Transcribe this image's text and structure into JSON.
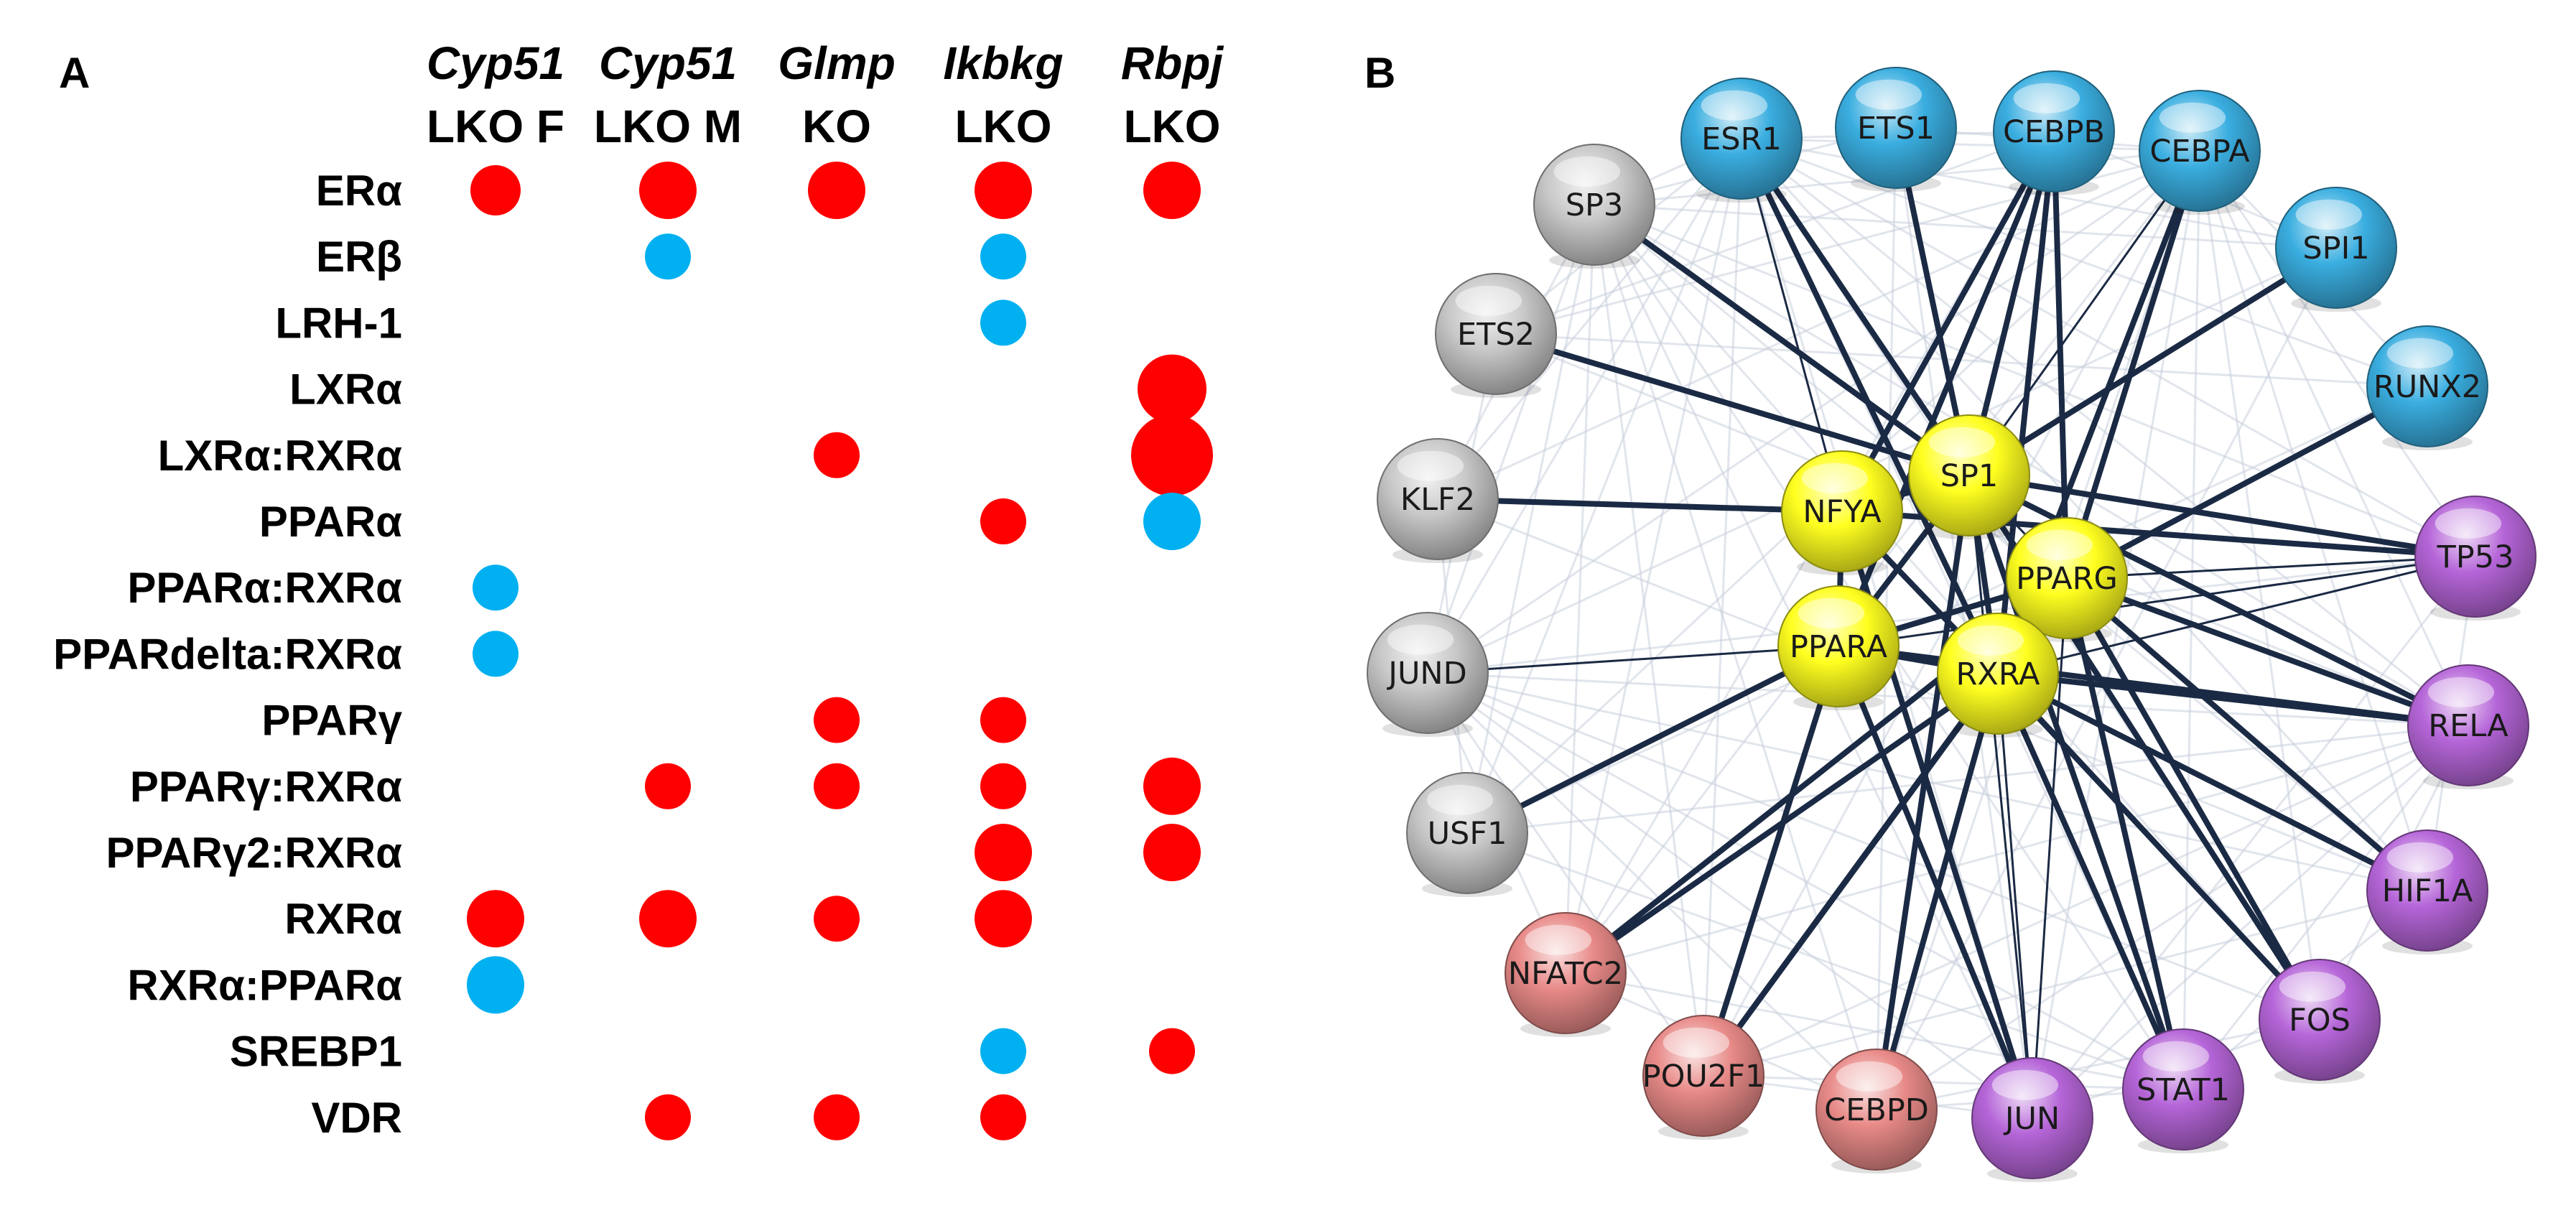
{
  "panel_a": {
    "letter": "A",
    "columns": [
      {
        "gene": "Cyp51",
        "genotype": "LKO F"
      },
      {
        "gene": "Cyp51",
        "genotype": "LKO M"
      },
      {
        "gene": "Glmp",
        "genotype": "KO"
      },
      {
        "gene": "Ikbkg",
        "genotype": "LKO"
      },
      {
        "gene": "Rbpj",
        "genotype": "LKO"
      }
    ],
    "rows": [
      "ERα",
      "ERβ",
      "LRH-1",
      "LXRα",
      "LXRα:RXRα",
      "PPARα",
      "PPARα:RXRα",
      "PPARdelta:RXRα",
      "PPARγ",
      "PPARγ:RXRα",
      "PPARγ2:RXRα",
      "RXRα",
      "RXRα:PPARα",
      "SREBP1",
      "VDR"
    ],
    "dots": [
      {
        "row": 0,
        "col": 0,
        "size": 2,
        "dir": "up"
      },
      {
        "row": 0,
        "col": 1,
        "size": 3,
        "dir": "up"
      },
      {
        "row": 0,
        "col": 2,
        "size": 3,
        "dir": "up"
      },
      {
        "row": 0,
        "col": 3,
        "size": 3,
        "dir": "up"
      },
      {
        "row": 0,
        "col": 4,
        "size": 3,
        "dir": "up"
      },
      {
        "row": 1,
        "col": 1,
        "size": 1,
        "dir": "down"
      },
      {
        "row": 1,
        "col": 3,
        "size": 1,
        "dir": "down"
      },
      {
        "row": 2,
        "col": 3,
        "size": 1,
        "dir": "down"
      },
      {
        "row": 3,
        "col": 4,
        "size": 4,
        "dir": "up"
      },
      {
        "row": 4,
        "col": 2,
        "size": 1,
        "dir": "up"
      },
      {
        "row": 4,
        "col": 4,
        "size": 5,
        "dir": "up"
      },
      {
        "row": 5,
        "col": 3,
        "size": 1,
        "dir": "up"
      },
      {
        "row": 5,
        "col": 4,
        "size": 3,
        "dir": "down"
      },
      {
        "row": 6,
        "col": 0,
        "size": 1,
        "dir": "down"
      },
      {
        "row": 7,
        "col": 0,
        "size": 1,
        "dir": "down"
      },
      {
        "row": 8,
        "col": 2,
        "size": 1,
        "dir": "up"
      },
      {
        "row": 8,
        "col": 3,
        "size": 1,
        "dir": "up"
      },
      {
        "row": 9,
        "col": 1,
        "size": 1,
        "dir": "up"
      },
      {
        "row": 9,
        "col": 2,
        "size": 1,
        "dir": "up"
      },
      {
        "row": 9,
        "col": 3,
        "size": 1,
        "dir": "up"
      },
      {
        "row": 9,
        "col": 4,
        "size": 3,
        "dir": "up"
      },
      {
        "row": 10,
        "col": 3,
        "size": 3,
        "dir": "up"
      },
      {
        "row": 10,
        "col": 4,
        "size": 3,
        "dir": "up"
      },
      {
        "row": 11,
        "col": 0,
        "size": 3,
        "dir": "up"
      },
      {
        "row": 11,
        "col": 1,
        "size": 3,
        "dir": "up"
      },
      {
        "row": 11,
        "col": 2,
        "size": 1,
        "dir": "up"
      },
      {
        "row": 11,
        "col": 3,
        "size": 3,
        "dir": "up"
      },
      {
        "row": 12,
        "col": 0,
        "size": 3,
        "dir": "down"
      },
      {
        "row": 13,
        "col": 3,
        "size": 1,
        "dir": "down"
      },
      {
        "row": 13,
        "col": 4,
        "size": 1,
        "dir": "up"
      },
      {
        "row": 14,
        "col": 1,
        "size": 1,
        "dir": "up"
      },
      {
        "row": 14,
        "col": 2,
        "size": 1,
        "dir": "up"
      },
      {
        "row": 14,
        "col": 3,
        "size": 1,
        "dir": "up"
      }
    ],
    "colors": {
      "up": "#ff0000",
      "down": "#00b0f0"
    }
  },
  "panel_b": {
    "letter": "B",
    "group_colors": {
      "blue": "#3aaee0",
      "gray": "#c8c8c8",
      "yellow": "#ffff20",
      "red": "#e88a88",
      "purple": "#b565d8"
    },
    "nodes": [
      {
        "id": "ESR1",
        "label": "ESR1",
        "group": "blue"
      },
      {
        "id": "ETS1",
        "label": "ETS1",
        "group": "blue"
      },
      {
        "id": "CEBPB",
        "label": "CEBPB",
        "group": "blue"
      },
      {
        "id": "CEBPA",
        "label": "CEBPA",
        "group": "blue"
      },
      {
        "id": "SPI1",
        "label": "SPI1",
        "group": "blue"
      },
      {
        "id": "RUNX2",
        "label": "RUNX2",
        "group": "blue"
      },
      {
        "id": "SP3",
        "label": "SP3",
        "group": "gray"
      },
      {
        "id": "ETS2",
        "label": "ETS2",
        "group": "gray"
      },
      {
        "id": "KLF2",
        "label": "KLF2",
        "group": "gray"
      },
      {
        "id": "JUND",
        "label": "JUND",
        "group": "gray"
      },
      {
        "id": "USF1",
        "label": "USF1",
        "group": "gray"
      },
      {
        "id": "SP1",
        "label": "SP1",
        "group": "yellow"
      },
      {
        "id": "NFYA",
        "label": "NFYA",
        "group": "yellow"
      },
      {
        "id": "PPARG",
        "label": "PPARG",
        "group": "yellow"
      },
      {
        "id": "PPARA",
        "label": "PPARA",
        "group": "yellow"
      },
      {
        "id": "RXRA",
        "label": "RXRA",
        "group": "yellow"
      },
      {
        "id": "TP53",
        "label": "TP53",
        "group": "purple"
      },
      {
        "id": "RELA",
        "label": "RELA",
        "group": "purple"
      },
      {
        "id": "HIF1A",
        "label": "HIF1A",
        "group": "purple"
      },
      {
        "id": "FOS",
        "label": "FOS",
        "group": "purple"
      },
      {
        "id": "STAT1",
        "label": "STAT1",
        "group": "purple"
      },
      {
        "id": "JUN",
        "label": "JUN",
        "group": "purple"
      },
      {
        "id": "NFATC2",
        "label": "NFATC2",
        "group": "red"
      },
      {
        "id": "POU2F1",
        "label": "POU2F1",
        "group": "red"
      },
      {
        "id": "CEBPD",
        "label": "CEBPD",
        "group": "red"
      }
    ],
    "edges": [
      [
        "SP1",
        "ESR1"
      ],
      [
        "SP1",
        "ETS1"
      ],
      [
        "SP1",
        "CEBPB"
      ],
      [
        "SP1",
        "CEBPA"
      ],
      [
        "SP1",
        "SPI1"
      ],
      [
        "SP1",
        "SP3"
      ],
      [
        "SP1",
        "ETS2"
      ],
      [
        "SP1",
        "NFYA"
      ],
      [
        "SP1",
        "PPARG"
      ],
      [
        "SP1",
        "RXRA"
      ],
      [
        "SP1",
        "PPARA"
      ],
      [
        "SP1",
        "TP53"
      ],
      [
        "SP1",
        "RELA"
      ],
      [
        "SP1",
        "JUN"
      ],
      [
        "SP1",
        "FOS"
      ],
      [
        "SP1",
        "CEBPD"
      ],
      [
        "SP1",
        "STAT1"
      ],
      [
        "NFYA",
        "KLF2"
      ],
      [
        "NFYA",
        "ESR1"
      ],
      [
        "NFYA",
        "CEBPB"
      ],
      [
        "NFYA",
        "RXRA"
      ],
      [
        "NFYA",
        "PPARA"
      ],
      [
        "NFYA",
        "JUN"
      ],
      [
        "NFYA",
        "FOS"
      ],
      [
        "NFYA",
        "TP53"
      ],
      [
        "PPARG",
        "CEBPA"
      ],
      [
        "PPARG",
        "CEBPB"
      ],
      [
        "PPARG",
        "RUNX2"
      ],
      [
        "PPARG",
        "TP53"
      ],
      [
        "PPARG",
        "RELA"
      ],
      [
        "PPARG",
        "HIF1A"
      ],
      [
        "PPARG",
        "FOS"
      ],
      [
        "PPARG",
        "STAT1"
      ],
      [
        "PPARG",
        "JUN"
      ],
      [
        "PPARG",
        "PPARA"
      ],
      [
        "PPARG",
        "RXRA"
      ],
      [
        "PPARG",
        "NFATC2"
      ],
      [
        "PPARG",
        "POU2F1"
      ],
      [
        "PPARA",
        "JUND"
      ],
      [
        "PPARA",
        "USF1"
      ],
      [
        "PPARA",
        "JUN"
      ],
      [
        "PPARA",
        "CEBPB"
      ],
      [
        "PPARA",
        "RELA"
      ],
      [
        "PPARA",
        "TP53"
      ],
      [
        "PPARA",
        "POU2F1"
      ],
      [
        "PPARA",
        "RXRA"
      ],
      [
        "RXRA",
        "CEBPA"
      ],
      [
        "RXRA",
        "CEBPB"
      ],
      [
        "RXRA",
        "TP53"
      ],
      [
        "RXRA",
        "RELA"
      ],
      [
        "RXRA",
        "HIF1A"
      ],
      [
        "RXRA",
        "FOS"
      ],
      [
        "RXRA",
        "STAT1"
      ],
      [
        "RXRA",
        "JUN"
      ],
      [
        "RXRA",
        "CEBPD"
      ],
      [
        "RXRA",
        "POU2F1"
      ],
      [
        "RXRA",
        "NFATC2"
      ],
      [
        "RXRA",
        "ESR1"
      ]
    ]
  }
}
